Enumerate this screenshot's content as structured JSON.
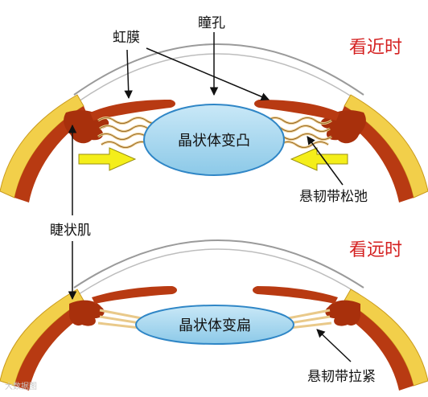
{
  "top": {
    "title": "看近时",
    "lens_label": "晶状体变凸",
    "zonule_label": "悬韧带松弛"
  },
  "bottom": {
    "title": "看远时",
    "lens_label": "晶状体变扁",
    "zonule_label": "悬韧带拉紧"
  },
  "labels": {
    "iris": "虹膜",
    "pupil": "瞳孔",
    "ciliary_muscle": "睫状肌"
  },
  "watermark": "大数据图",
  "colors": {
    "title_red": "#d42020",
    "lens_fill": "#a8d8ef",
    "lens_stroke": "#2f86c6",
    "sclera": "#f2cf4a",
    "choroid": "#b83a12",
    "muscle": "#a8300c",
    "arrow_yellow": "#f4ee1a",
    "zonule": "#e9c98a"
  }
}
